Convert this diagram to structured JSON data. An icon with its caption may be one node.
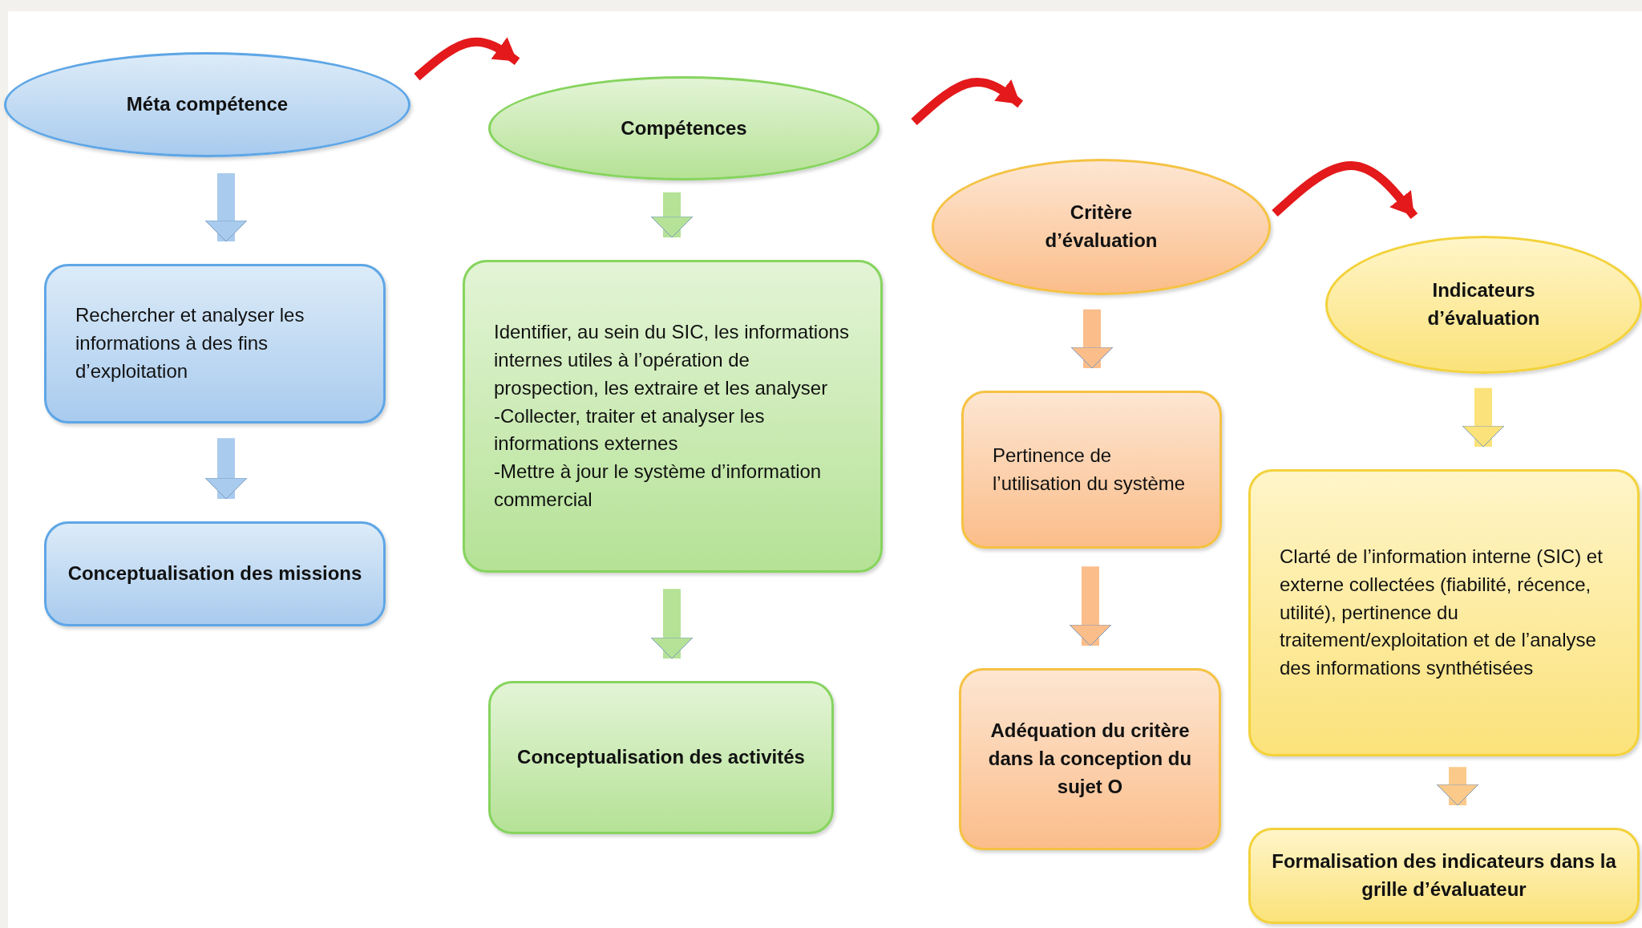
{
  "diagram": {
    "nodes": [
      {
        "text": [
          "Méta compétence"
        ]
      },
      {
        "text": [
          "Compétences"
        ]
      },
      {
        "text": [
          "Critère d’évaluation"
        ]
      },
      {
        "text": [
          "Indicateurs d’évaluation"
        ]
      },
      {
        "text": [
          "Rechercher et analyser les informations à des fins d’exploitation"
        ]
      },
      {
        "text": [
          "Conceptualisation des missions"
        ]
      },
      {
        "text": [
          "Identifier, au sein du SIC, les informations internes utiles à l’opération de prospection, les extraire et les analyser",
          "-Collecter, traiter et analyser les informations externes",
          "-Mettre à jour le système d’information commercial"
        ]
      },
      {
        "text": [
          "Conceptualisation des activités"
        ]
      },
      {
        "text": [
          "Pertinence de l’utilisation du système"
        ]
      },
      {
        "text": [
          "Adéquation du critère dans la conception du sujet O"
        ]
      },
      {
        "text": [
          "Clarté de l’information interne (SIC) et externe collectées (fiabilité, récence, utilité), pertinence du traitement/exploitation et de l’analyse des informations synthétisées"
        ]
      },
      {
        "text": [
          "Formalisation des indicateurs dans la grille d’évaluateur"
        ]
      }
    ],
    "edges": [
      {
        "from": 0,
        "to": 1,
        "arrow": "to",
        "color": "#e3191b"
      },
      {
        "from": 1,
        "to": 2,
        "arrow": "to",
        "color": "#e3191b"
      },
      {
        "from": 2,
        "to": 3,
        "arrow": "to",
        "color": "#e3191b"
      },
      {
        "from": 0,
        "to": 4,
        "arrow": "to",
        "color": "#a9cbee"
      },
      {
        "from": 4,
        "to": 5,
        "arrow": "to",
        "color": "#a9cbee"
      },
      {
        "from": 1,
        "to": 6,
        "arrow": "to",
        "color": "#b5e296"
      },
      {
        "from": 6,
        "to": 7,
        "arrow": "to",
        "color": "#b5e296"
      },
      {
        "from": 2,
        "to": 8,
        "arrow": "to",
        "color": "#fbbd8a"
      },
      {
        "from": 8,
        "to": 9,
        "arrow": "to",
        "color": "#fbbd8a"
      },
      {
        "from": 3,
        "to": 10,
        "arrow": "to",
        "color": "#fbe27a"
      },
      {
        "from": 10,
        "to": 11,
        "arrow": "to",
        "color": "#fbc98a"
      }
    ]
  }
}
